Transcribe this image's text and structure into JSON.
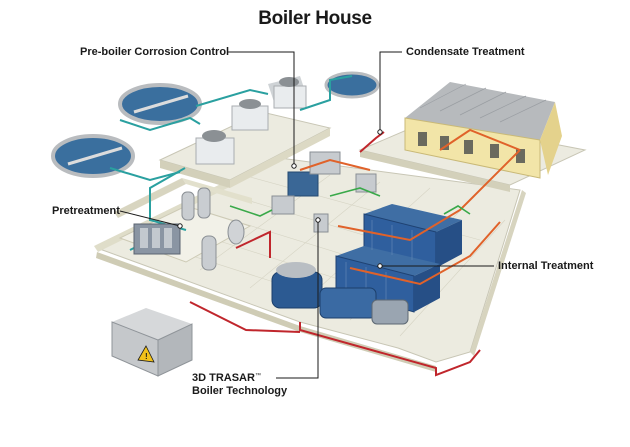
{
  "title": "Boiler House",
  "labels": {
    "pre_boiler": "Pre-boiler Corrosion Control",
    "condensate": "Condensate Treatment",
    "pretreatment": "Pretreatment",
    "internal": "Internal Treatment",
    "trasar_line1": "3D TRASAR",
    "trasar_tm": "™",
    "trasar_line2": "Boiler Technology"
  },
  "icons": [
    "warning-icon",
    "fan-icon"
  ],
  "colors": {
    "steam_line": "#e0622a",
    "condensate_line": "#c0262c",
    "water_line": "#2aa0a0",
    "green_line": "#3aa94a",
    "equipment_blue": "#2f5f9e",
    "floor": "#ecebe0"
  }
}
